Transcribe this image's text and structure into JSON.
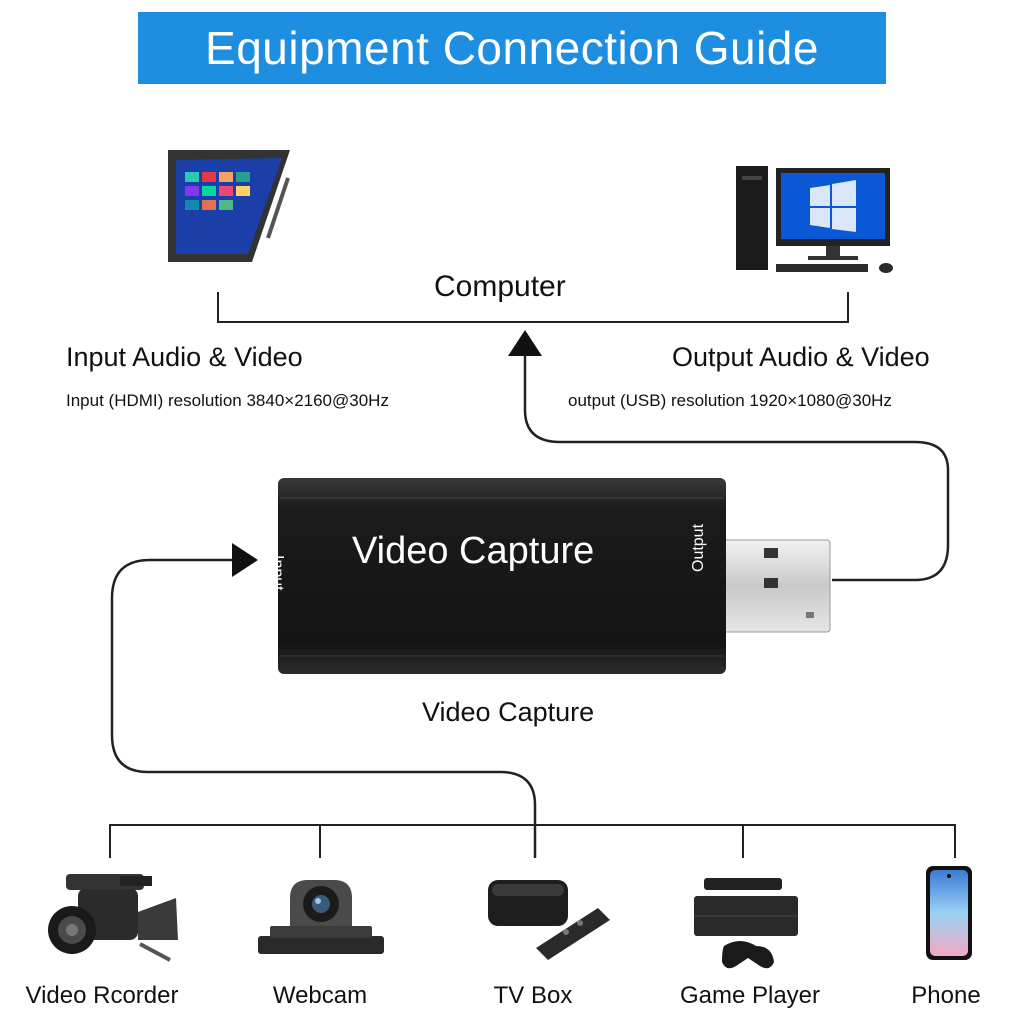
{
  "title": "Equipment Connection Guide",
  "computer": {
    "label": "Computer"
  },
  "input": {
    "heading": "Input Audio & Video",
    "detail": "Input (HDMI) resolution 3840×2160@30Hz"
  },
  "output": {
    "heading": "Output Audio & Video",
    "detail": "output (USB) resolution 1920×1080@30Hz"
  },
  "capture_device": {
    "body_text": "Video Capture",
    "input_port": "Input",
    "output_port": "Output",
    "caption": "Video Capture"
  },
  "sources": [
    {
      "label": "Video Rcorder",
      "icon": "video-recorder-icon"
    },
    {
      "label": "Webcam",
      "icon": "webcam-icon"
    },
    {
      "label": "TV Box",
      "icon": "tv-box-icon"
    },
    {
      "label": "Game Player",
      "icon": "game-player-icon"
    },
    {
      "label": "Phone",
      "icon": "phone-icon"
    }
  ],
  "colors": {
    "banner": "#1e8fe0",
    "device_body": "#1b1b1b",
    "line": "#222222"
  }
}
